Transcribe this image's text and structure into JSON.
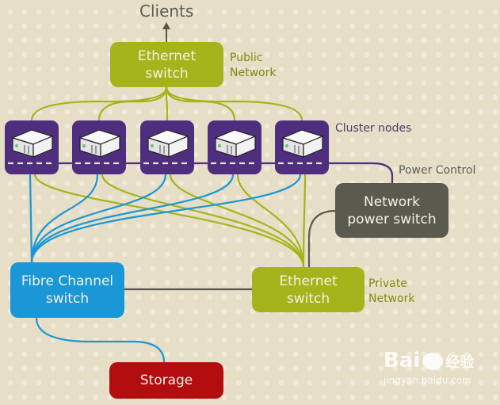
{
  "title": "Cluster network topology",
  "clients_label": "Clients",
  "public_switch": {
    "line1": "Ethernet",
    "line2": "switch"
  },
  "public_network_label": {
    "line1": "Public",
    "line2": "Network"
  },
  "cluster_nodes_label": "Cluster nodes",
  "cluster_nodes": [
    {
      "id": "node-1"
    },
    {
      "id": "node-2"
    },
    {
      "id": "node-3"
    },
    {
      "id": "node-4"
    },
    {
      "id": "node-5"
    }
  ],
  "power_control_label": "Power Control",
  "power_switch": {
    "line1": "Network",
    "line2": "power switch"
  },
  "fibre_switch": {
    "line1": "Fibre Channel",
    "line2": "switch"
  },
  "private_switch": {
    "line1": "Ethernet",
    "line2": "switch"
  },
  "private_network_label": {
    "line1": "Private",
    "line2": "Network"
  },
  "storage": {
    "label": "Storage"
  },
  "watermark": {
    "brand": "Bai",
    "brand_suffix": "经验",
    "url": "jingyan.baidu.com"
  },
  "colors": {
    "public_network": "#a6b41c",
    "node": "#4f2e80",
    "fibre": "#1a97d6",
    "power": "#5a5a4e",
    "storage": "#b30d10",
    "label_green": "#7e8a12",
    "label_purple": "#4f3a6e",
    "label_gray": "#5d5d55"
  }
}
